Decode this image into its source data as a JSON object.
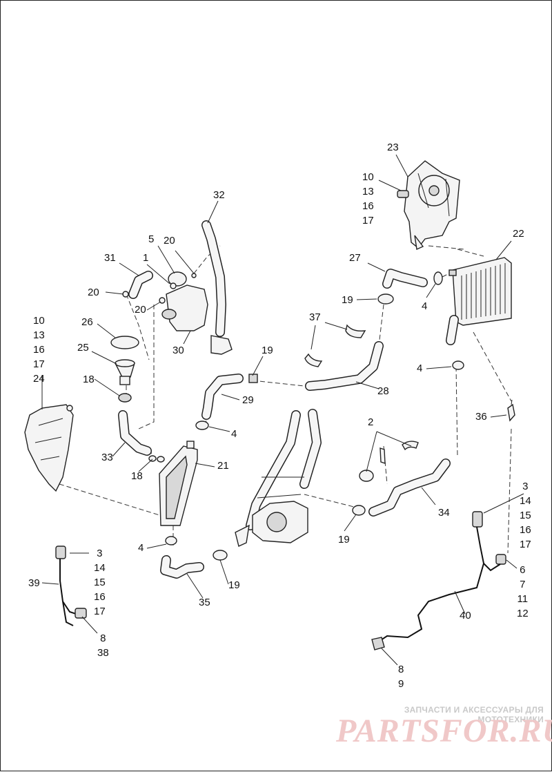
{
  "diagram": {
    "type": "exploded-parts-view",
    "callouts": [
      {
        "id": "c23",
        "lines": [
          "23"
        ]
      },
      {
        "id": "c10-13-16-17-top",
        "lines": [
          "10",
          "13",
          "16",
          "17"
        ]
      },
      {
        "id": "c22",
        "lines": [
          "22"
        ]
      },
      {
        "id": "c32",
        "lines": [
          "32"
        ]
      },
      {
        "id": "c27",
        "lines": [
          "27"
        ]
      },
      {
        "id": "c5",
        "lines": [
          "5"
        ]
      },
      {
        "id": "c20a",
        "lines": [
          "20"
        ]
      },
      {
        "id": "c31",
        "lines": [
          "31"
        ]
      },
      {
        "id": "c1",
        "lines": [
          "1"
        ]
      },
      {
        "id": "c20b",
        "lines": [
          "20"
        ]
      },
      {
        "id": "c19a",
        "lines": [
          "19"
        ]
      },
      {
        "id": "c4a",
        "lines": [
          "4"
        ]
      },
      {
        "id": "c20c",
        "lines": [
          "20"
        ]
      },
      {
        "id": "c10-13-16-17-24",
        "lines": [
          "10",
          "13",
          "16",
          "17",
          "24"
        ]
      },
      {
        "id": "c26",
        "lines": [
          "26"
        ]
      },
      {
        "id": "c37",
        "lines": [
          "37"
        ]
      },
      {
        "id": "c30",
        "lines": [
          "30"
        ]
      },
      {
        "id": "c25",
        "lines": [
          "25"
        ]
      },
      {
        "id": "c19b",
        "lines": [
          "19"
        ]
      },
      {
        "id": "c4b",
        "lines": [
          "4"
        ]
      },
      {
        "id": "c18a",
        "lines": [
          "18"
        ]
      },
      {
        "id": "c28",
        "lines": [
          "28"
        ]
      },
      {
        "id": "c29",
        "lines": [
          "29"
        ]
      },
      {
        "id": "c36",
        "lines": [
          "36"
        ]
      },
      {
        "id": "c2",
        "lines": [
          "2"
        ]
      },
      {
        "id": "c4c",
        "lines": [
          "4"
        ]
      },
      {
        "id": "c33",
        "lines": [
          "33"
        ]
      },
      {
        "id": "c21",
        "lines": [
          "21"
        ]
      },
      {
        "id": "c18b",
        "lines": [
          "18"
        ]
      },
      {
        "id": "c3-right",
        "lines": [
          "3",
          "14",
          "15",
          "16",
          "17"
        ]
      },
      {
        "id": "c34",
        "lines": [
          "34"
        ]
      },
      {
        "id": "c19c",
        "lines": [
          "19"
        ]
      },
      {
        "id": "c4d",
        "lines": [
          "4"
        ]
      },
      {
        "id": "c3-left",
        "lines": [
          "3",
          "14",
          "15",
          "16",
          "17"
        ]
      },
      {
        "id": "c6-7-11-12",
        "lines": [
          "6",
          "7",
          "11",
          "12"
        ]
      },
      {
        "id": "c39",
        "lines": [
          "39"
        ]
      },
      {
        "id": "c19d",
        "lines": [
          "19"
        ]
      },
      {
        "id": "c35",
        "lines": [
          "35"
        ]
      },
      {
        "id": "c40",
        "lines": [
          "40"
        ]
      },
      {
        "id": "c8-38",
        "lines": [
          "8",
          "38"
        ]
      },
      {
        "id": "c8-9",
        "lines": [
          "8",
          "9"
        ]
      }
    ]
  },
  "watermark": {
    "caption": "ЗАПЧАСТИ И АКСЕССУАРЫ ДЛЯ МОТОТЕХНИКИ",
    "brand": "PARTSFOR.RU",
    "color": "#f0c8c8"
  }
}
